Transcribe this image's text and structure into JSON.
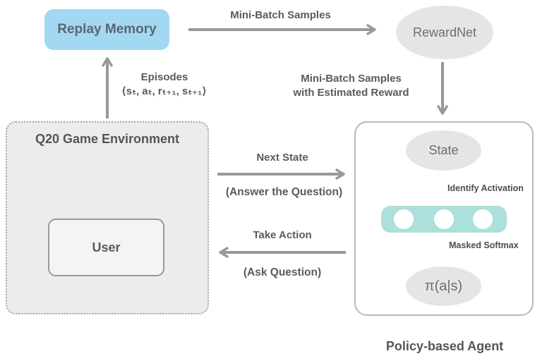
{
  "colors": {
    "replay_memory_fill": "#a3d8f2",
    "ellipse_fill": "#e5e5e5",
    "environment_fill": "#ececec",
    "hidden_layer_fill": "#ace0da",
    "arrow_gray": "#999999",
    "dashed_arrow_black": "#1a1a1a",
    "text_dark_gray": "#5b5b5b"
  },
  "replay_memory": {
    "label": "Replay Memory"
  },
  "reward_net": {
    "label": "RewardNet"
  },
  "flow_labels": {
    "mini_batch": "Mini-Batch Samples",
    "mini_batch_reward_line1": "Mini-Batch Samples",
    "mini_batch_reward_line2": "with Estimated Reward",
    "episodes": "Episodes",
    "episodes_tuple": "⟨sₜ, aₜ, rₜ₊₁, sₜ₊₁⟩",
    "next_state": "Next State",
    "next_state_sub": "(Answer the Question)",
    "take_action": "Take Action",
    "take_action_sub": "(Ask Question)"
  },
  "environment": {
    "title": "Q20 Game Environment",
    "user_label": "User"
  },
  "agent": {
    "state_label": "State",
    "identify_activation_label": "Identify Activation",
    "masked_softmax_label": "Masked Softmax",
    "policy_output_label": "π(a|s)",
    "caption": "Policy-based Agent",
    "hidden_layer_neurons": 3
  }
}
